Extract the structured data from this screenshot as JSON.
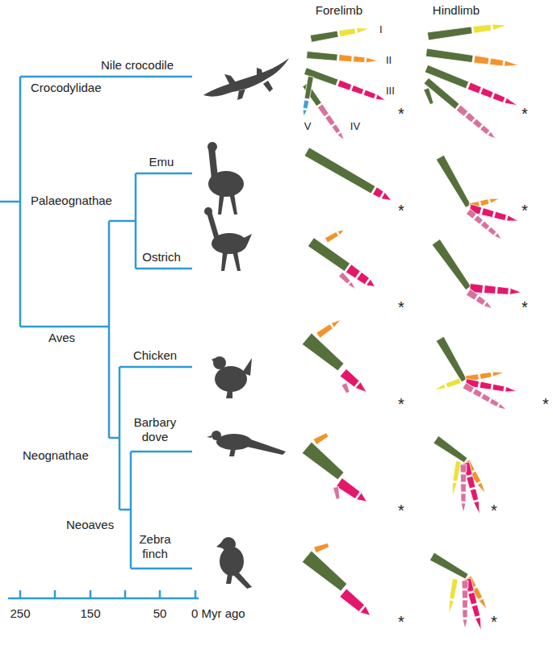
{
  "diagram": {
    "labels": [
      "Forelimb",
      "Hindlimb",
      "Nile crocodile",
      "Crocodylidae",
      "I",
      "II",
      "III",
      "V",
      "IV",
      "*",
      "*",
      "Emu",
      "Palaeognathae",
      "*",
      "*",
      "Ostrich",
      "*",
      "*",
      "Aves",
      "Chicken",
      "*",
      "*",
      "Barbary dove",
      "Neognathae",
      "*",
      "*",
      "Zebra finch",
      "Neoaves",
      "*",
      "*",
      "250",
      "150",
      "50",
      "0 Myr ago"
    ]
  }
}
